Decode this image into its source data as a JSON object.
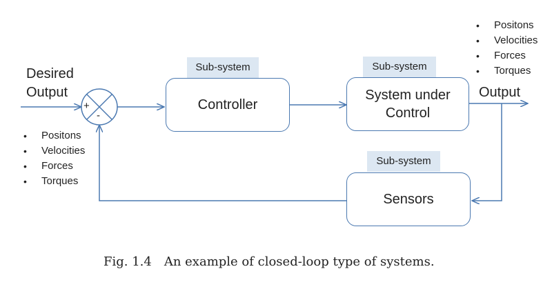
{
  "diagram": {
    "input_label_line1": "Desired",
    "input_label_line2": "Output",
    "output_label": "Output",
    "summing_junction": {
      "plus": "+",
      "minus": "-"
    },
    "blocks": {
      "controller": {
        "tag": "Sub-system",
        "label": "Controller"
      },
      "plant": {
        "tag": "Sub-system",
        "label_line1": "System under",
        "label_line2": "Control"
      },
      "sensors": {
        "tag": "Sub-system",
        "label": "Sensors"
      }
    },
    "output_list": [
      "Positons",
      "Velocities",
      "Forces",
      "Torques"
    ],
    "feedback_list": [
      "Positons",
      "Velocities",
      "Forces",
      "Torques"
    ],
    "line_color": "#4a78b0",
    "tag_color": "#dce7f2"
  },
  "caption": {
    "number": "Fig. 1.4",
    "text": "An example of closed-loop type of systems."
  }
}
